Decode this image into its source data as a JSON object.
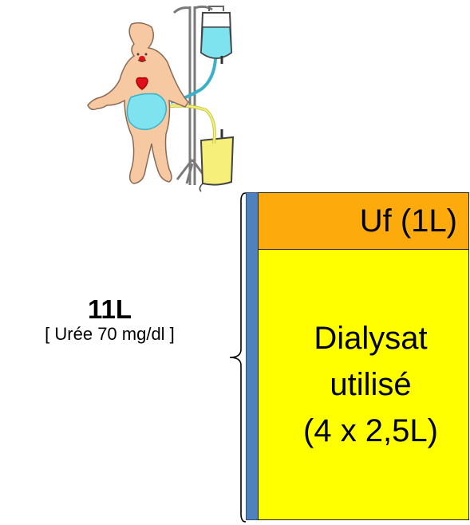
{
  "illustration": {
    "icon": "peritoneal-dialysis-patient-icon",
    "colors": {
      "skin": "#f7c9a3",
      "dialysate_fresh": "#7fe3ef",
      "dialysate_used": "#f6f07a",
      "heart": "#e0101a"
    }
  },
  "total": {
    "volume": "11L",
    "urea": "[ Urée  70  mg/dl ]"
  },
  "stack": {
    "uf_label": "Uf (1L)",
    "dialysate_lines": [
      "Dialysat",
      "utilisé",
      "(4 x 2,5L)"
    ],
    "colors": {
      "uf": "#fdaa0d",
      "dialysate": "#ffff00",
      "bar": "#4f81bd"
    }
  }
}
